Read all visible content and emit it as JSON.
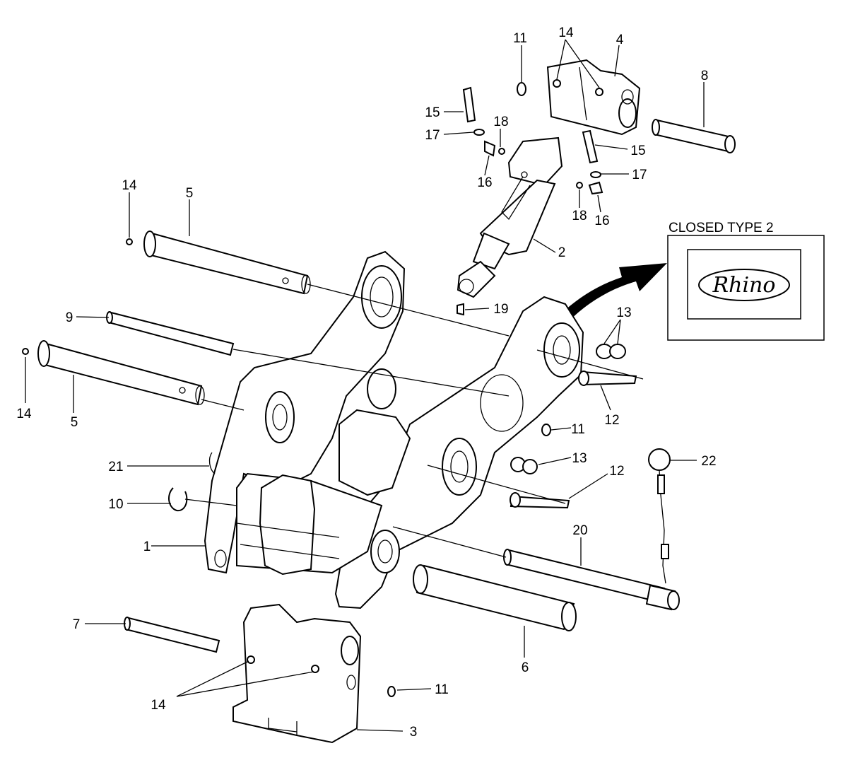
{
  "inset": {
    "title": "CLOSED TYPE 2",
    "logo_text": "Rhino"
  },
  "callouts": [
    {
      "id": "c11a",
      "text": "11"
    },
    {
      "id": "c14a",
      "text": "14"
    },
    {
      "id": "c4",
      "text": "4"
    },
    {
      "id": "c8",
      "text": "8"
    },
    {
      "id": "c15a",
      "text": "15"
    },
    {
      "id": "c17a",
      "text": "17"
    },
    {
      "id": "c18a",
      "text": "18"
    },
    {
      "id": "c16a",
      "text": "16"
    },
    {
      "id": "c15b",
      "text": "15"
    },
    {
      "id": "c17b",
      "text": "17"
    },
    {
      "id": "c18b",
      "text": "18"
    },
    {
      "id": "c16b",
      "text": "16"
    },
    {
      "id": "c2",
      "text": "2"
    },
    {
      "id": "c19",
      "text": "19"
    },
    {
      "id": "c14b",
      "text": "14"
    },
    {
      "id": "c5a",
      "text": "5"
    },
    {
      "id": "c9",
      "text": "9"
    },
    {
      "id": "c14c",
      "text": "14"
    },
    {
      "id": "c5b",
      "text": "5"
    },
    {
      "id": "c13a",
      "text": "13"
    },
    {
      "id": "c12a",
      "text": "12"
    },
    {
      "id": "c11b",
      "text": "11"
    },
    {
      "id": "c13b",
      "text": "13"
    },
    {
      "id": "c12b",
      "text": "12"
    },
    {
      "id": "c21",
      "text": "21"
    },
    {
      "id": "c10",
      "text": "10"
    },
    {
      "id": "c1",
      "text": "1"
    },
    {
      "id": "c22",
      "text": "22"
    },
    {
      "id": "c20",
      "text": "20"
    },
    {
      "id": "c7",
      "text": "7"
    },
    {
      "id": "c6",
      "text": "6"
    },
    {
      "id": "c14d",
      "text": "14"
    },
    {
      "id": "c11c",
      "text": "11"
    },
    {
      "id": "c3",
      "text": "3"
    }
  ]
}
